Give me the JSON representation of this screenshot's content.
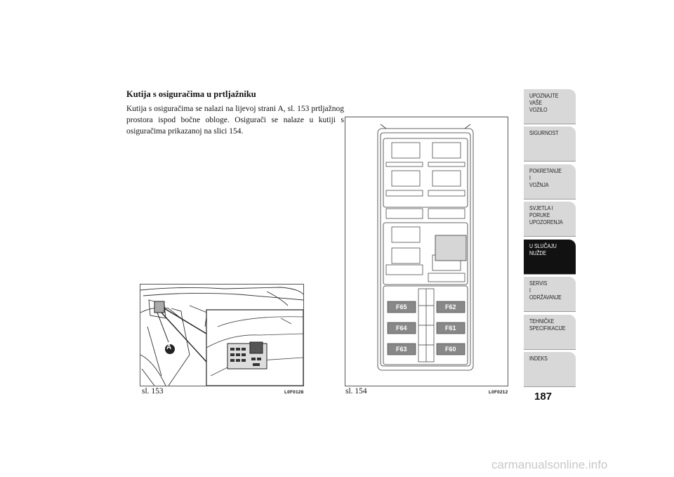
{
  "section": {
    "heading": "Kutija s osiguračima u prtljažniku",
    "paragraph": "Kutija s osiguračima se nalazi na lijevoj strani A, sl. 153 prtljažnog prostora ispod bočne obloge. Osigurači se nalaze u kutiji s osiguračima prikazanoj na slici 154."
  },
  "figure153": {
    "caption": "sl. 153",
    "code": "L0F0128",
    "marker": "A"
  },
  "figure154": {
    "caption": "sl. 154",
    "code": "L0F0212",
    "fuses_left": [
      "F65",
      "F64",
      "F63"
    ],
    "fuses_right": [
      "F62",
      "F61",
      "F60"
    ]
  },
  "sidebar": {
    "tabs": [
      {
        "label": "UPOZNAJTE\nVAŠE\nVOZILO",
        "active": false
      },
      {
        "label": "SIGURNOST",
        "active": false
      },
      {
        "label": "POKRETANJE\nI\nVOŽNJA",
        "active": false
      },
      {
        "label": "SVJETLA I\nPORUKE\nUPOZORENJA",
        "active": false
      },
      {
        "label": "U SLUČAJU\nNUŽDE",
        "active": true
      },
      {
        "label": "SERVIS\nI\nODRŽAVANJE",
        "active": false
      },
      {
        "label": "TEHNIČKE\nSPECIFIKACIJE",
        "active": false
      },
      {
        "label": "INDEKS",
        "active": false
      }
    ],
    "active_color": "#111111",
    "tab_color": "#d8d8d8"
  },
  "page_number": "187",
  "watermark": "carmanualsonline.info"
}
